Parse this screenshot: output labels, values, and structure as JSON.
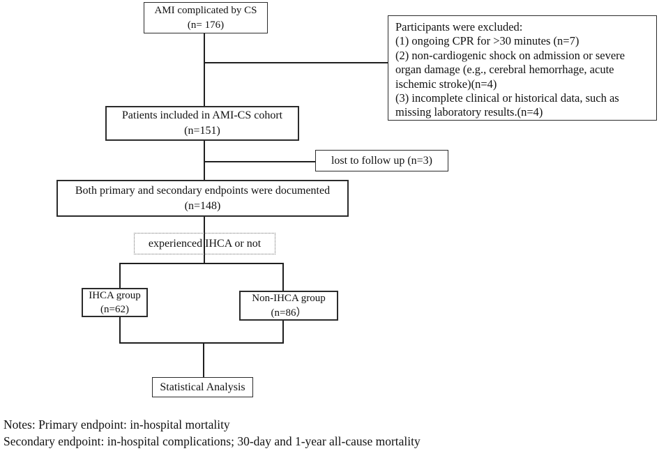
{
  "flow": {
    "top_box": {
      "line1": "AMI complicated by CS",
      "line2": "(n= 176)"
    },
    "exclusion_box": {
      "lines": [
        "Participants were excluded:",
        "(1) ongoing CPR for >30 minutes (n=7)",
        "(2) non-cardiogenic shock on admission or severe",
        "organ damage (e.g., cerebral hemorrhage, acute",
        "ischemic stroke)(n=4)",
        "(3) incomplete clinical or historical data, such as",
        "missing laboratory results.(n=4)"
      ]
    },
    "cohort_box": {
      "line1": "Patients included in AMI-CS cohort",
      "line2": "(n=151)"
    },
    "lost_box": {
      "label": "lost to follow up (n=3)"
    },
    "endpoints_box": {
      "line1": "Both primary and secondary endpoints were documented",
      "line2": "(n=148)"
    },
    "ihca_question_box": {
      "label": "experienced IHCA or not"
    },
    "ihca_box": {
      "line1": "IHCA group",
      "line2": "(n=62)"
    },
    "non_ihca_box": {
      "line1": "Non-IHCA group",
      "line2": "(n=86）"
    },
    "stats_box": {
      "label": "Statistical Analysis"
    }
  },
  "notes": {
    "line1": "Notes: Primary endpoint: in-hospital mortality",
    "line2": "Secondary endpoint: in-hospital complications; 30-day and 1-year all-cause mortality"
  },
  "colors": {
    "line": "#1f1f1f",
    "border": "#2b2b2b",
    "text": "#111111",
    "background": "#ffffff"
  }
}
